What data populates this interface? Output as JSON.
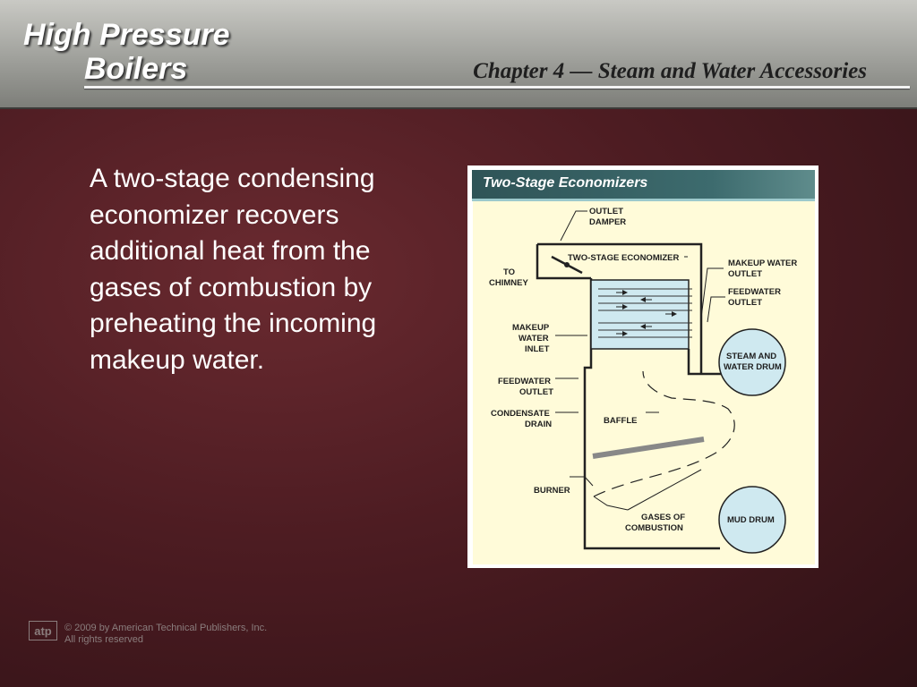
{
  "header": {
    "logo_line1": "High Pressure",
    "logo_line2": "Boilers",
    "chapter": "Chapter 4 — Steam and Water Accessories"
  },
  "body_text": "A two-stage condensing economizer recovers additional heat from the gases of combustion by preheating the incoming makeup water.",
  "figure": {
    "title": "Two-Stage Economizers",
    "labels": {
      "outlet_damper_1": "OUTLET",
      "outlet_damper_2": "DAMPER",
      "two_stage_economizer": "TWO-STAGE ECONOMIZER",
      "to_chimney_1": "TO",
      "to_chimney_2": "CHIMNEY",
      "makeup_water_outlet_1": "MAKEUP WATER",
      "makeup_water_outlet_2": "OUTLET",
      "feedwater_outlet_right_1": "FEEDWATER",
      "feedwater_outlet_right_2": "OUTLET",
      "makeup_water_inlet_1": "MAKEUP",
      "makeup_water_inlet_2": "WATER",
      "makeup_water_inlet_3": "INLET",
      "steam_drum_1": "STEAM AND",
      "steam_drum_2": "WATER DRUM",
      "feedwater_outlet_left_1": "FEEDWATER",
      "feedwater_outlet_left_2": "OUTLET",
      "condensate_drain_1": "CONDENSATE",
      "condensate_drain_2": "DRAIN",
      "baffle": "BAFFLE",
      "burner": "BURNER",
      "gases_1": "GASES OF",
      "gases_2": "COMBUSTION",
      "mud_drum": "MUD DRUM"
    },
    "colors": {
      "title_bar": "#3d6b6e",
      "economizer_fill": "#cfe9f0",
      "drum_fill": "#cfe9f0",
      "background": "#fffbd9"
    }
  },
  "footer": {
    "mark": "atp",
    "copyright": "© 2009 by American Technical Publishers, Inc.",
    "rights": "All rights reserved"
  }
}
